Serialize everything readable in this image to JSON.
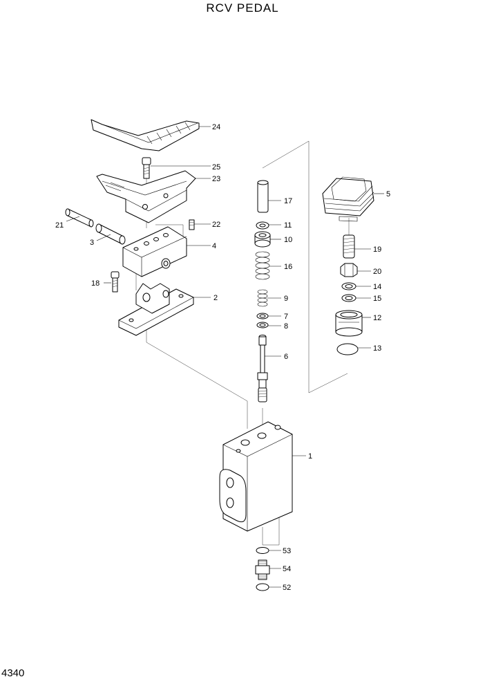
{
  "title": "RCV PEDAL",
  "page_number": "4340",
  "parts": [
    {
      "key": "p1",
      "label": "1"
    },
    {
      "key": "p2",
      "label": "2"
    },
    {
      "key": "p3",
      "label": "3"
    },
    {
      "key": "p4",
      "label": "4"
    },
    {
      "key": "p5",
      "label": "5"
    },
    {
      "key": "p6",
      "label": "6"
    },
    {
      "key": "p7",
      "label": "7"
    },
    {
      "key": "p8",
      "label": "8"
    },
    {
      "key": "p9",
      "label": "9"
    },
    {
      "key": "p10",
      "label": "10"
    },
    {
      "key": "p11",
      "label": "11"
    },
    {
      "key": "p12",
      "label": "12"
    },
    {
      "key": "p13",
      "label": "13"
    },
    {
      "key": "p14",
      "label": "14"
    },
    {
      "key": "p15",
      "label": "15"
    },
    {
      "key": "p16",
      "label": "16"
    },
    {
      "key": "p17",
      "label": "17"
    },
    {
      "key": "p18",
      "label": "18"
    },
    {
      "key": "p19",
      "label": "19"
    },
    {
      "key": "p20",
      "label": "20"
    },
    {
      "key": "p21",
      "label": "21"
    },
    {
      "key": "p22",
      "label": "22"
    },
    {
      "key": "p23",
      "label": "23"
    },
    {
      "key": "p24",
      "label": "24"
    },
    {
      "key": "p25",
      "label": "25"
    },
    {
      "key": "p52",
      "label": "52"
    },
    {
      "key": "p53",
      "label": "53"
    },
    {
      "key": "p54",
      "label": "54"
    }
  ]
}
